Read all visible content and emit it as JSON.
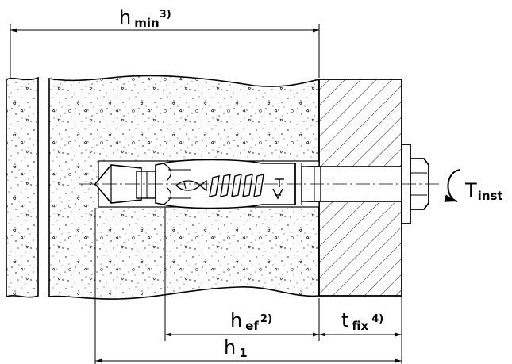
{
  "dimensions": {
    "h_min": {
      "symbol": "h",
      "subscript": "min",
      "note": "3)"
    },
    "h_ef": {
      "symbol": "h",
      "subscript": "ef",
      "note": "2)"
    },
    "t_fix": {
      "symbol": "t",
      "subscript": "fix",
      "note": "4)"
    },
    "h_1": {
      "symbol": "h",
      "subscript": "1"
    }
  },
  "torque": {
    "symbol": "T",
    "subscript": "inst"
  }
}
